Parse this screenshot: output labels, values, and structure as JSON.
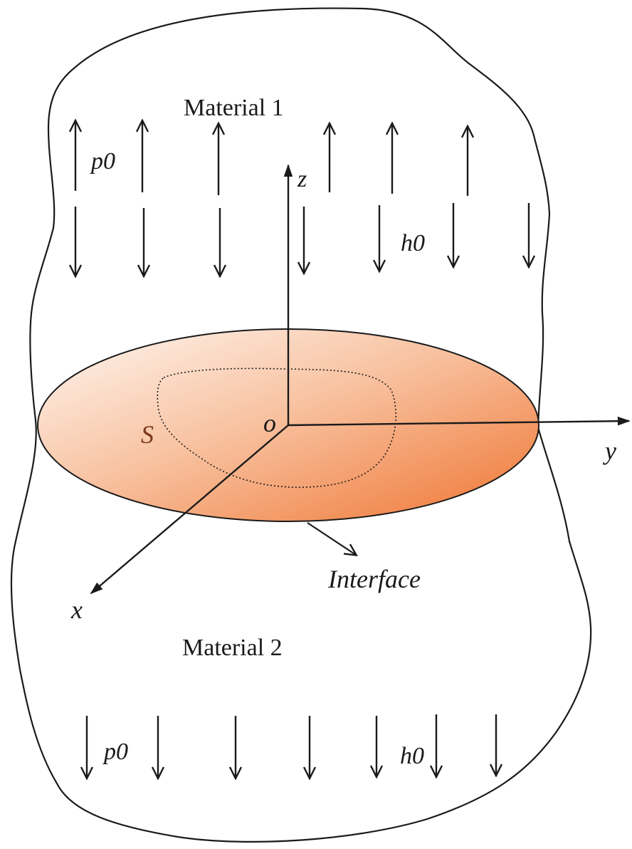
{
  "materials": {
    "upper": "Material 1",
    "lower": "Material 2"
  },
  "loads": {
    "p0_upper": "p0",
    "h0_upper": "h0",
    "p0_lower": "p0",
    "h0_lower": "h0"
  },
  "axes": {
    "x": "x",
    "y": "y",
    "z": "z",
    "origin": "o"
  },
  "region_label": "S",
  "interface_label": "Interface",
  "colors": {
    "interface_light": "#fdf0e8",
    "interface_dark": "#f07a34",
    "line": "#1a1a1a"
  }
}
